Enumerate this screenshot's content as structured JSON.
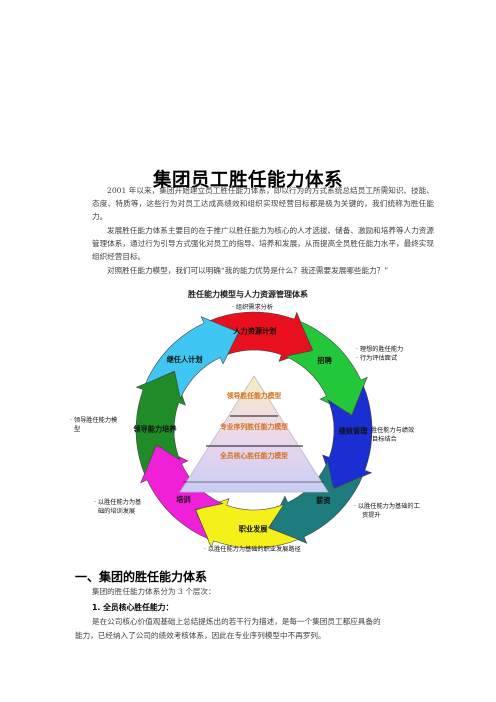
{
  "document": {
    "title": "集团员工胜任能力体系",
    "paragraphs": [
      "2001 年以来，集团开始建立员工胜任能力体系，即以行为的方式系统总结员工所需知识、技能、态度、特质等，这些行为对员工达成高绩效和组织实现经营目标都是极为关键的，我们统称为胜任能力。",
      "发展胜任能力体系主要目的在于推广以胜任能力为核心的人才选拔、储备、激励和培养等人力资源管理体系，通过行为引导方式强化对员工的指导、培养和发展，从而提高全员胜任能力水平，最终实现组织经营目标。",
      "对照胜任能力模型，我们可以明确“我的能力优势是什么？我还需要发展哪些能力？”"
    ],
    "figure": {
      "title": "胜任能力模型与人力资源管理体系",
      "segments": [
        {
          "label": "人力资源计划",
          "color": "#e8101e"
        },
        {
          "label": "招聘",
          "color": "#22c83a"
        },
        {
          "label": "绩效管理",
          "color": "#1a2fd2"
        },
        {
          "label": "薪资",
          "color": "#1f7c7c"
        },
        {
          "label": "职业发展",
          "color": "#f4f01a"
        },
        {
          "label": "培训",
          "color": "#ef20d8"
        },
        {
          "label": "领导能力培养",
          "color": "#1f8c28"
        },
        {
          "label": "继任人计划",
          "color": "#3fc6f2"
        }
      ],
      "pyramid": {
        "top": "领导胜任能力模型",
        "middle": "专业序列胜任能力模型",
        "bottom": "全员核心胜任能力模型"
      },
      "annotations": {
        "top": "· 组织需求分析",
        "right_upper_1": "· 理想的胜任能力",
        "right_upper_2": "· 行为评估面试",
        "right_middle_1": "· 胜任能力与绩效",
        "right_middle_2": "目标结合",
        "right_lower_1": "· 以胜任能力为基础的工",
        "right_lower_2": "资提升",
        "bottom": "· 以胜任能力为基础的职业发展路径",
        "left_lower_1": "· 以胜任能力为基",
        "left_lower_2": "础的培训发展",
        "left_middle_1": "· 领导胜任能力模",
        "left_middle_2": "型"
      }
    },
    "section": {
      "heading": "一、集团的胜任能力体系",
      "intro": "集团的胜任能力体系分为 3 个层次：",
      "subheading": "1. 全员核心胜任能力：",
      "text_1": "是在公司核心价值观基础上总结提炼出的若干行为描述，是每一个集团员工都应具备的",
      "text_2": "能力，已经纳入了公司的绩效考核体系，因此在专业序列模型中不再罗列。"
    }
  }
}
